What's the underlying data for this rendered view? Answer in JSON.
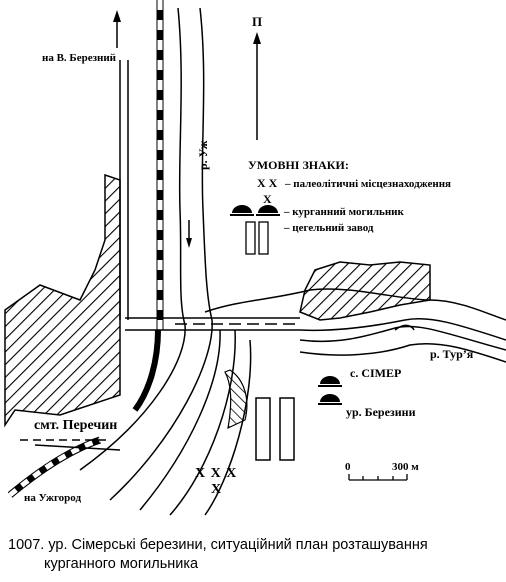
{
  "labels": {
    "to_v_berezny": "на В. Березний",
    "river_uzh": "р. Уж",
    "north": "П",
    "legend_title": "УМОВНІ ЗНАКИ:",
    "legend_paleo_mark": "X X",
    "legend_paleo_text": "– палеолітичні місцезнаходження",
    "legend_kurgan_text": "– курганний могильник",
    "legend_brick_text": "– цегельний завод",
    "river_turia": "р. Тур’я",
    "village_simer": "с. СІМЕР",
    "tract_berezyny": "ур. Березини",
    "town_perechyn": "смт. Перечин",
    "to_uzhhorod": "на Ужгород",
    "scale_zero": "0",
    "scale_300": "300 м",
    "site_x_row1": "X X X",
    "site_x_row2": "X",
    "legend_x_extra": "X"
  },
  "caption": {
    "line1": "1007. ур. Сімерські березини, ситуаційний план розташування",
    "line2": "курганного могильника"
  },
  "colors": {
    "ink": "#000000",
    "paper": "#ffffff"
  }
}
